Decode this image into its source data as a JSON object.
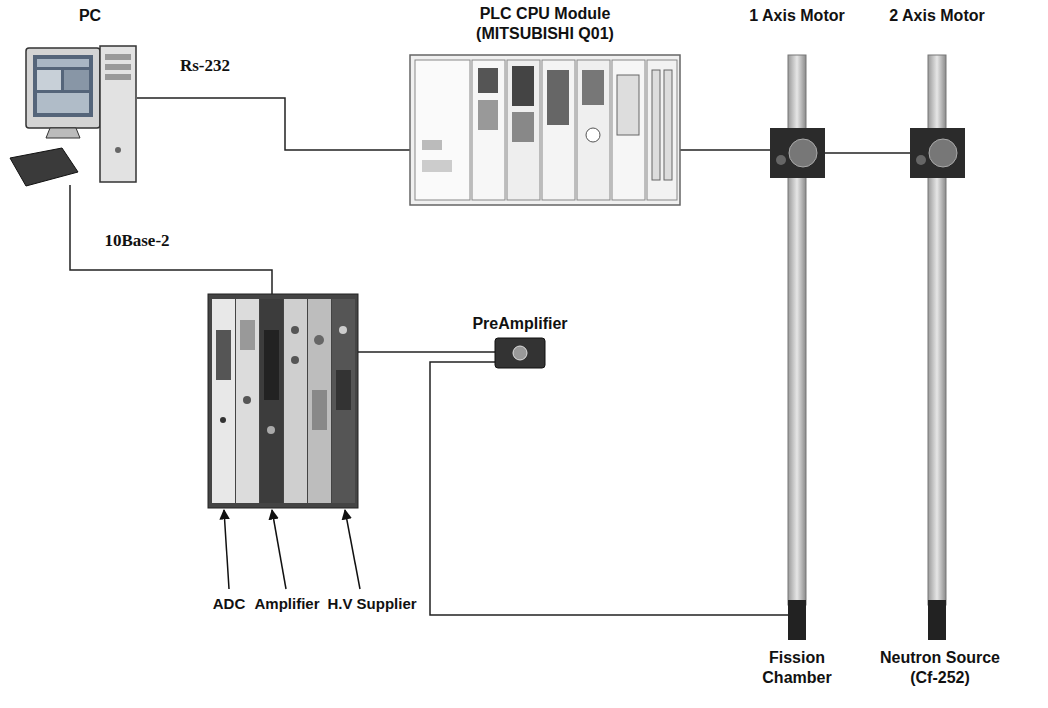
{
  "diagram": {
    "nodes": [
      {
        "text": [
          "PC"
        ]
      },
      {
        "text": [
          "PLC CPU Module (MITSUBISHI Q01)"
        ]
      },
      {
        "text": [
          "1 Axis Motor",
          "Fission Chamber"
        ]
      },
      {
        "text": [
          "2 Axis Motor",
          "Neutron Source (Cf-252)"
        ]
      },
      {
        "text": [
          "ADC"
        ]
      },
      {
        "text": [
          "Amplifier"
        ]
      },
      {
        "text": [
          "H.V Supplier"
        ]
      },
      {
        "text": [
          "PreAmplifier"
        ]
      }
    ],
    "edges": [
      {
        "from": 0,
        "to": 1,
        "label": "Rs-232",
        "arrow": "none"
      },
      {
        "from": 1,
        "to": 2,
        "arrow": "none"
      },
      {
        "from": 2,
        "to": 3,
        "arrow": "none"
      },
      {
        "from": 0,
        "to": 5,
        "label": "10Base-2",
        "arrow": "none"
      },
      {
        "from": 6,
        "to": 7,
        "arrow": "none"
      },
      {
        "from": 7,
        "to": 2,
        "arrow": "none"
      }
    ]
  }
}
